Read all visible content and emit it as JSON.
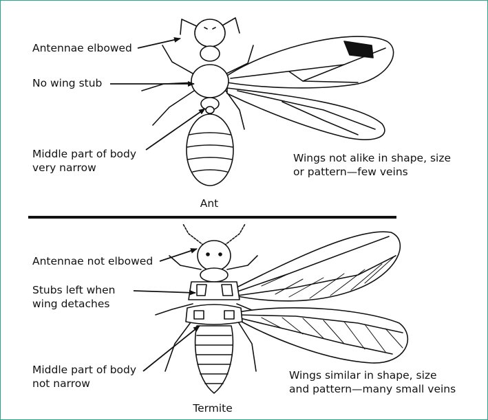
{
  "ant": {
    "labels": {
      "antennae": "Antennae elbowed",
      "wing_stub": "No wing stub",
      "body_line1": "Middle part of body",
      "body_line2": "very narrow",
      "wings_line1": "Wings not alike in shape, size",
      "wings_line2": "or pattern—few veins"
    },
    "caption": "Ant"
  },
  "termite": {
    "labels": {
      "antennae": "Antennae not elbowed",
      "stubs_line1": "Stubs left when",
      "stubs_line2": "wing detaches",
      "body_line1": "Middle part of body",
      "body_line2": "not narrow",
      "wings_line1": "Wings similar in shape, size",
      "wings_line2": "and pattern—many small veins"
    },
    "caption": "Termite"
  },
  "colors": {
    "frame_border": "#2aa58c",
    "ink": "#111111"
  }
}
